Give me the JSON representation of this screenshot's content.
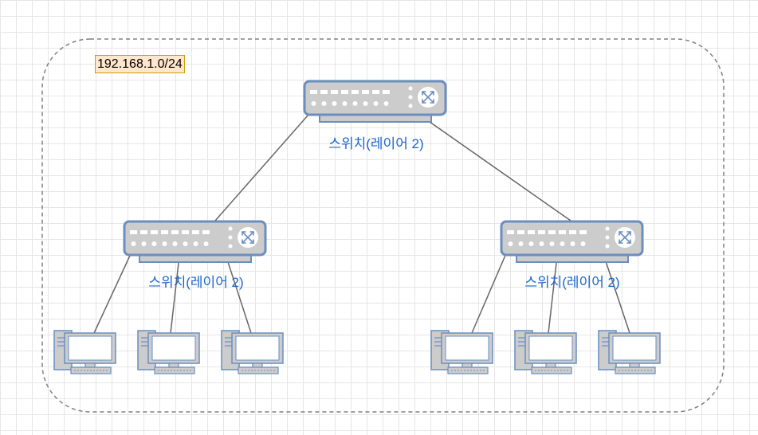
{
  "network": {
    "subnet": "192.168.1.0/24"
  },
  "switches": [
    {
      "id": "core",
      "label": "스위치(레이어 2)"
    },
    {
      "id": "left",
      "label": "스위치(레이어 2)"
    },
    {
      "id": "right",
      "label": "스위치(레이어 2)"
    }
  ],
  "pcs": [
    {
      "id": "pc1",
      "switch": "left"
    },
    {
      "id": "pc2",
      "switch": "left"
    },
    {
      "id": "pc3",
      "switch": "left"
    },
    {
      "id": "pc4",
      "switch": "right"
    },
    {
      "id": "pc5",
      "switch": "right"
    },
    {
      "id": "pc6",
      "switch": "right"
    }
  ],
  "colors": {
    "device_fill": "#cccccc",
    "device_stroke": "#6c8ebf",
    "label_text": "#1a66cc",
    "link": "#666666",
    "boundary": "#808080",
    "subnet_fill": "#ffe6cc",
    "subnet_stroke": "#d79b00"
  },
  "icons": {
    "switch": "network-switch-icon",
    "pc": "desktop-computer-icon"
  }
}
